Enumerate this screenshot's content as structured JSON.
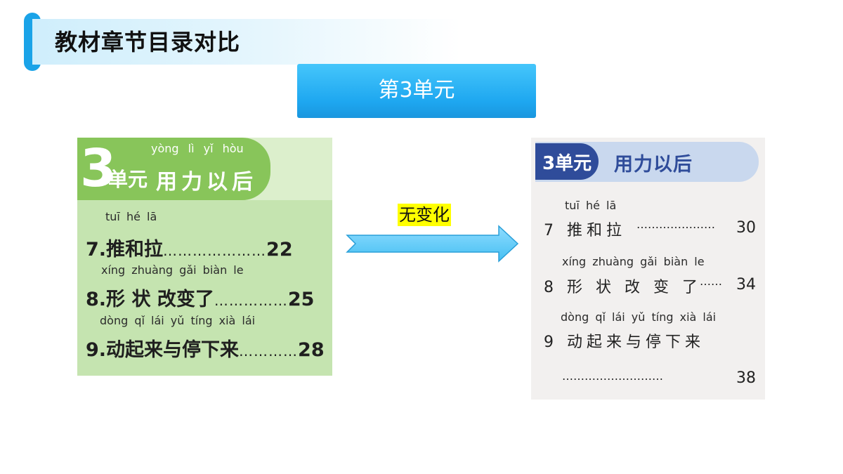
{
  "header": {
    "title": "教材章节目录对比"
  },
  "banner": {
    "label": "第3单元"
  },
  "comparison": {
    "note": "无变化"
  },
  "old_book": {
    "number": "3",
    "unit": "单元",
    "title_pinyin": "yòng lì yǐ hòu",
    "title": "用力以后",
    "lessons": [
      {
        "pinyin": "tuī hé lā",
        "text": "7.推和拉",
        "dots": "…………………",
        "page": "22"
      },
      {
        "pinyin": "xíng zhuàng gǎi biàn le",
        "text": "8.形 状 改变了",
        "dots": "……………",
        "page": "25"
      },
      {
        "pinyin": "dòng qǐ lái yǔ tíng xià lái",
        "text": "9.动起来与停下来",
        "dots": "…………",
        "page": "28"
      }
    ]
  },
  "new_book": {
    "unit": "3单元",
    "title": "用力以后",
    "lessons": [
      {
        "pinyin": "tuī hé lā",
        "text": "7 推和拉",
        "dots": "…………………",
        "page": "30"
      },
      {
        "pinyin": "xíng zhuàng gǎi biàn le",
        "text": "8 形 状 改 变 了",
        "dots": "……",
        "page": "34"
      },
      {
        "pinyin": "dòng qǐ lái yǔ tíng xià lái",
        "text": "9 动起来与停下来",
        "dots": "………………………",
        "page": "38"
      }
    ]
  },
  "colors": {
    "accent": "#1aa3e8",
    "old_green": "#88c55a",
    "new_blue": "#2f4c9a",
    "highlight": "#ffff00"
  },
  "icons": {
    "arrow": "right-arrow-icon"
  }
}
